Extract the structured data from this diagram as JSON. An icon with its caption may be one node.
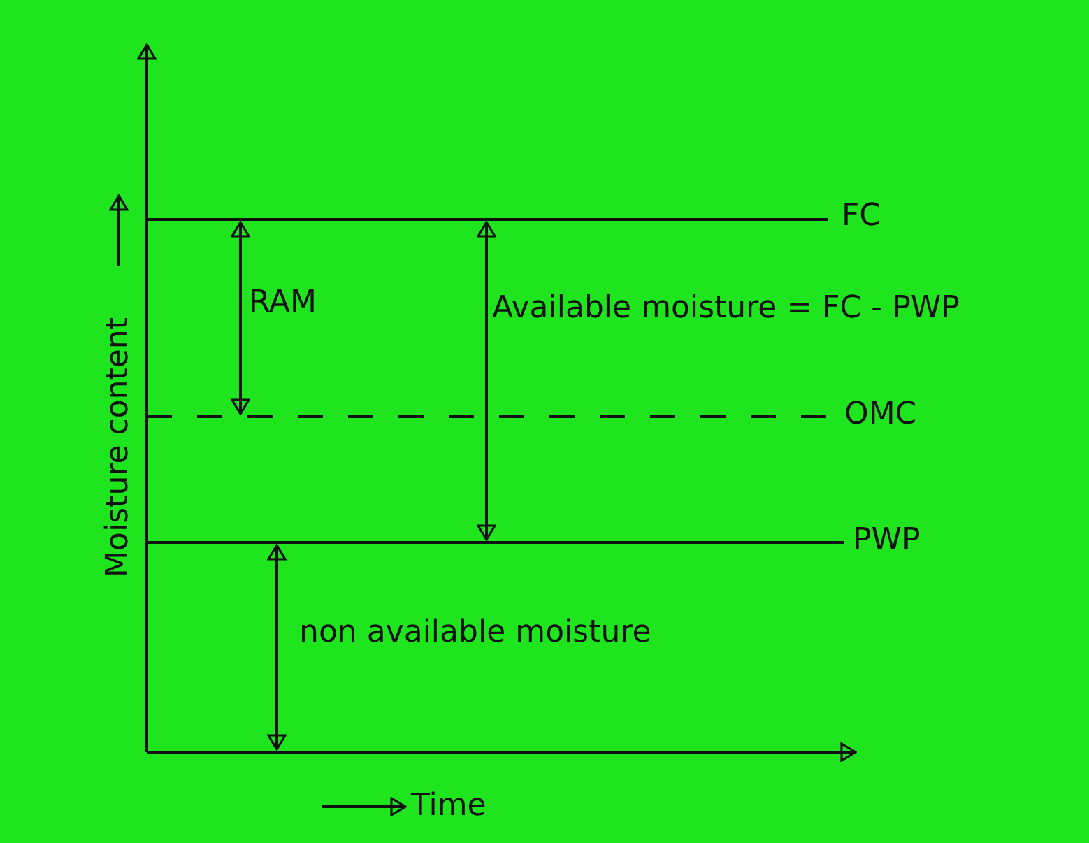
{
  "diagram": {
    "labels": [
      "FC",
      "RAM",
      "Available moisture = FC - PWP",
      "OMC",
      "PWP",
      "non available moisture",
      "Moisture content",
      "Time"
    ]
  }
}
